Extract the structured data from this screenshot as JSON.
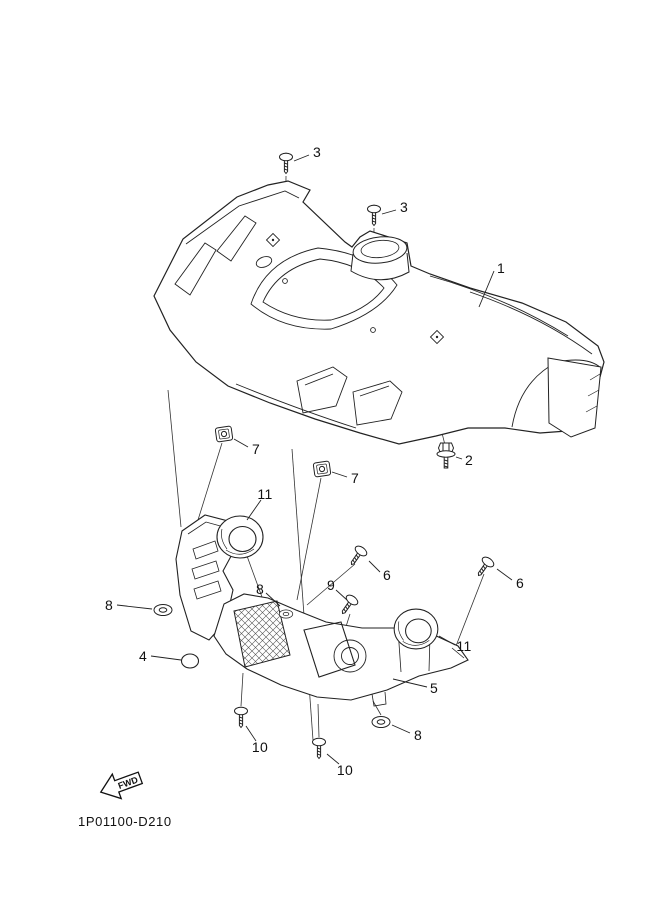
{
  "diagram": {
    "code": "1P01100-D210",
    "fwd_label": "FWD",
    "colors": {
      "line": "#222222",
      "background": "#ffffff"
    },
    "callouts": [
      {
        "label": "3"
      },
      {
        "label": "3"
      },
      {
        "label": "1"
      },
      {
        "label": "2"
      },
      {
        "label": "7"
      },
      {
        "label": "7"
      },
      {
        "label": "11"
      },
      {
        "label": "6"
      },
      {
        "label": "6"
      },
      {
        "label": "8"
      },
      {
        "label": "8"
      },
      {
        "label": "9"
      },
      {
        "label": "11"
      },
      {
        "label": "4"
      },
      {
        "label": "5"
      },
      {
        "label": "8"
      },
      {
        "label": "10"
      },
      {
        "label": "10"
      }
    ]
  }
}
